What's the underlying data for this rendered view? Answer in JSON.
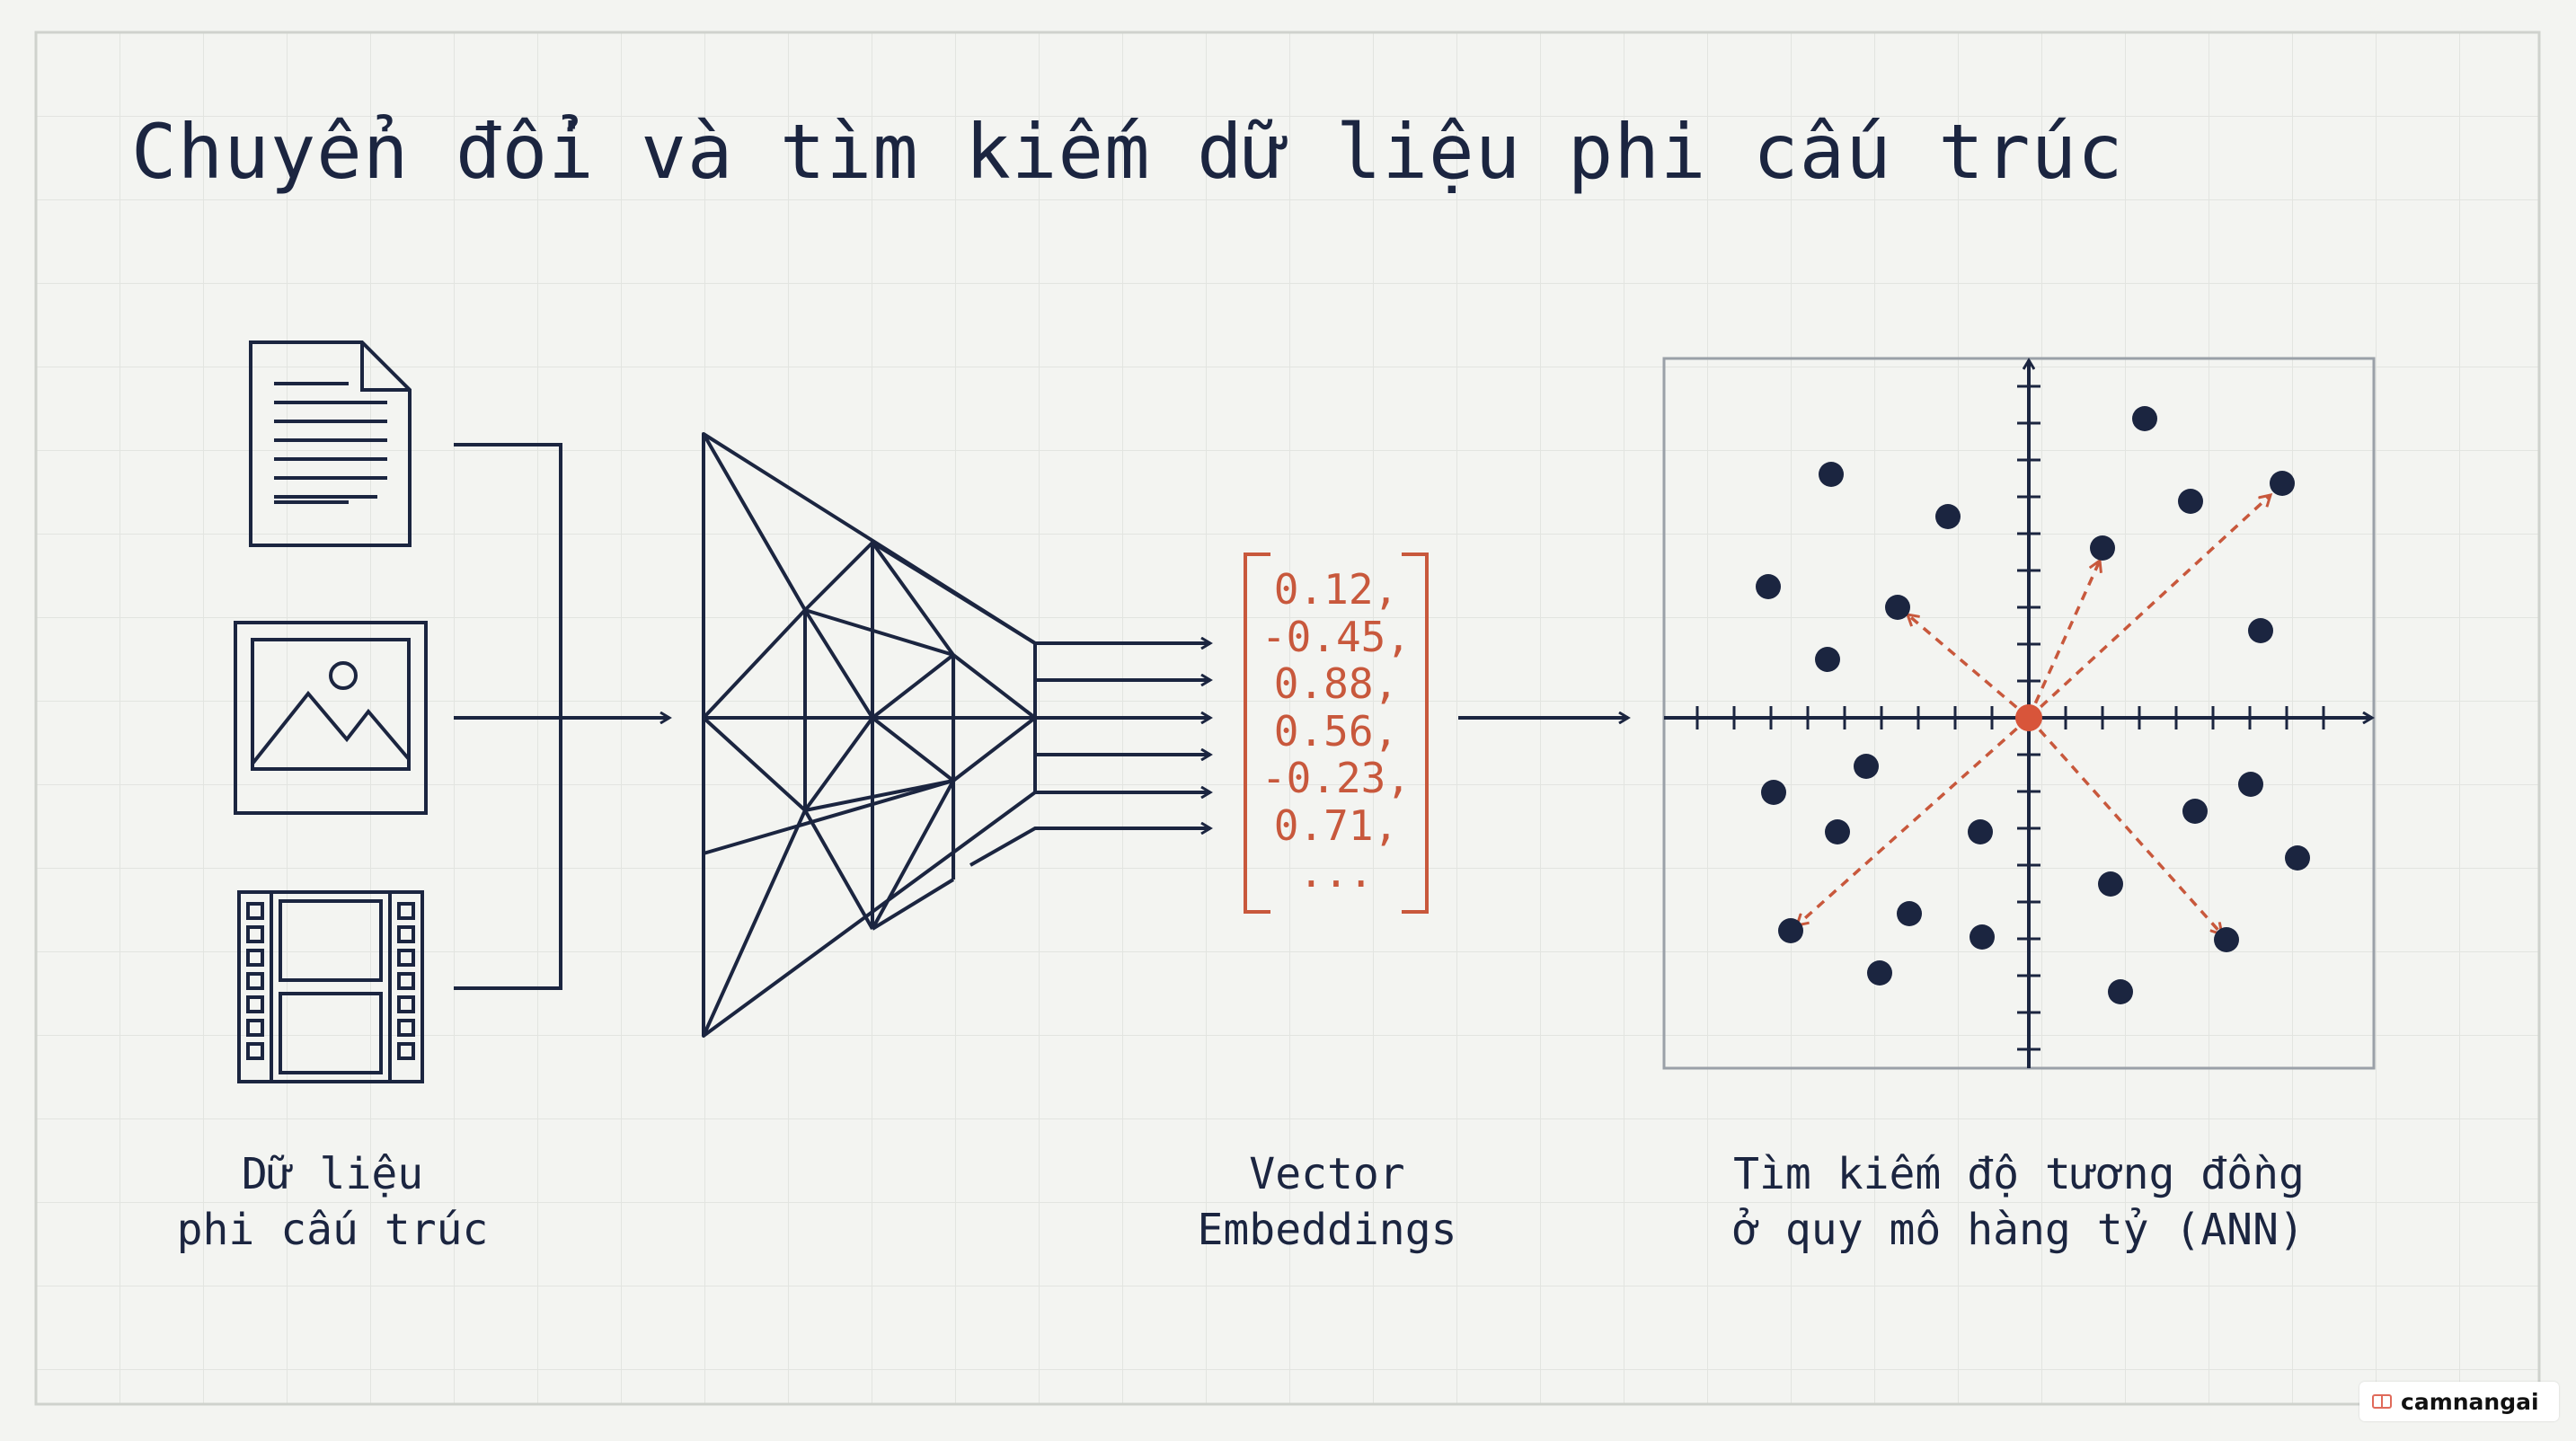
{
  "title": "Chuyển đổi và tìm kiếm dữ liệu phi cấu trúc",
  "captions": {
    "data": [
      "Dữ liệu",
      "phi cấu trúc"
    ],
    "embeddings": [
      "Vector",
      "Embeddings"
    ],
    "search": [
      "Tìm kiếm độ tương đồng",
      "ở quy mô hàng tỷ (ANN)"
    ]
  },
  "inputs": [
    "document-icon",
    "image-icon",
    "film-icon"
  ],
  "vector_values": [
    "0.12,",
    "-0.45,",
    "0.88,",
    "0.56,",
    "-0.23,",
    "0.71,",
    "..."
  ],
  "colors": {
    "ink": "#1b2540",
    "accent": "#c8583c",
    "background": "#f3f4f1",
    "grid": "#e2e4e0"
  },
  "watermark": "camnangai"
}
